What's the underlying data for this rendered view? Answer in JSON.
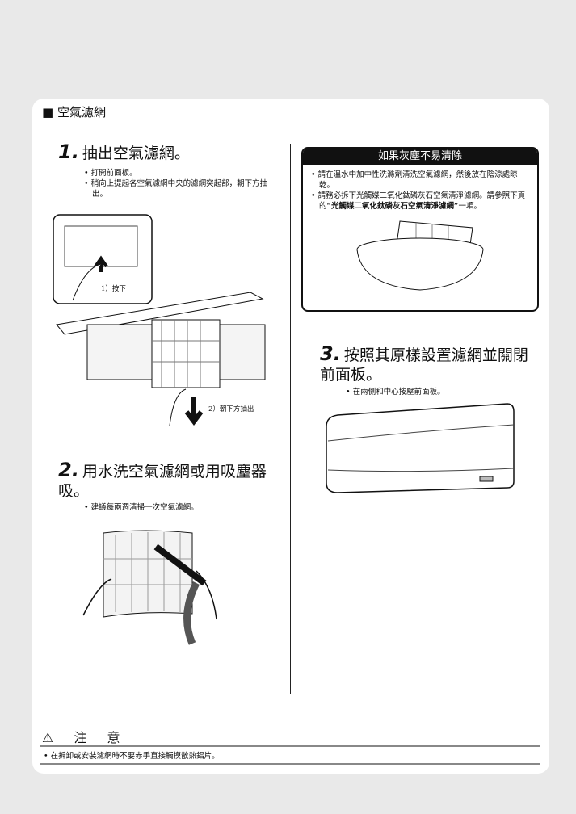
{
  "section_title": "空氣濾網",
  "step1": {
    "number": "1.",
    "title": "抽出空氣濾網。",
    "bullets": [
      "打開前面板。",
      "稍向上提起各空氣濾網中央的濾網突起部，朝下方抽出。"
    ],
    "label_press": "1）按下",
    "label_pull": "2）朝下方抽出"
  },
  "step2": {
    "number": "2.",
    "title": "用水洗空氣濾網或用吸塵器吸。",
    "bullets": [
      "建議每兩週清掃一次空氣濾網。"
    ]
  },
  "tip_box": {
    "title": "如果灰塵不易清除",
    "bullets": [
      "請在溫水中加中性洗滌劑清洗空氣濾網，然後放在陰涼處晾乾。"
    ],
    "bullet2_pre": "請務必拆下光觸媒二氧化鈦磷灰石空氣清淨濾網。請參照下頁的",
    "bullet2_bold": "“光觸媒二氧化鈦磷灰石空氣清淨濾網”",
    "bullet2_post": "一項。"
  },
  "step3": {
    "number": "3.",
    "title": "按照其原樣設置濾網並關閉前面板。",
    "bullets": [
      "在兩側和中心按壓前面板。"
    ]
  },
  "caution": {
    "title": "注 意",
    "text": "在拆卸或安裝濾網時不要赤手直接觸摸散熱鋁片。"
  }
}
